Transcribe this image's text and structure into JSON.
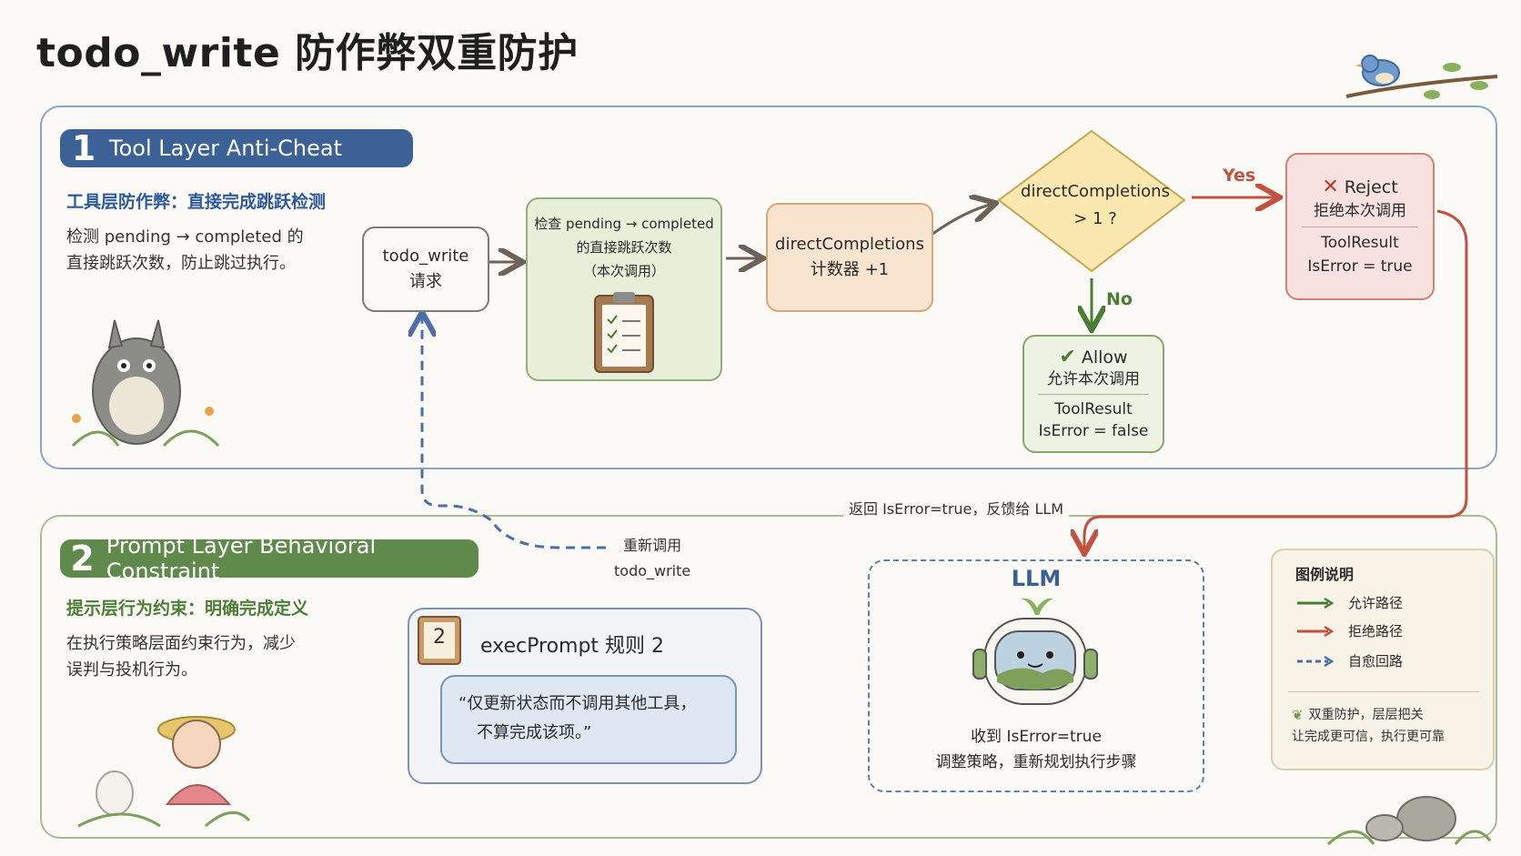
{
  "title": "todo_write 防作弊双重防护",
  "section1": {
    "num": "1",
    "label": "Tool Layer Anti-Cheat",
    "subtitle": "工具层防作弊：直接完成跳跃检测",
    "desc_line1": "检测 pending → completed 的",
    "desc_line2": "直接跳跃次数，防止跳过执行。"
  },
  "section2": {
    "num": "2",
    "label": "Prompt Layer Behavioral Constraint",
    "subtitle": "提示层行为约束：明确完成定义",
    "desc_line1": "在执行策略层面约束行为，减少",
    "desc_line2": "误判与投机行为。"
  },
  "flow": {
    "request_line1": "todo_write",
    "request_line2": "请求",
    "check_line1": "检查 pending → completed",
    "check_line2": "的直接跳跃次数",
    "check_line3": "（本次调用）",
    "counter_line1": "directCompletions",
    "counter_line2": "计数器 +1",
    "decision_line1": "directCompletions",
    "decision_line2": "> 1 ?",
    "yes": "Yes",
    "no": "No",
    "allow_title": "Allow",
    "allow_sub": "允许本次调用",
    "allow_result1": "ToolResult",
    "allow_result2": "IsError = false",
    "reject_title": "Reject",
    "reject_sub": "拒绝本次调用",
    "reject_result1": "ToolResult",
    "reject_result2": "IsError = true",
    "feedback": "返回 IsError=true，反馈给 LLM",
    "retry_line1": "重新调用",
    "retry_line2": "todo_write"
  },
  "prompt": {
    "book_num": "2",
    "title": "execPrompt 规则 2",
    "quote_line1": "“仅更新状态而不调用其他工具，",
    "quote_line2": "不算完成该项。”"
  },
  "llm": {
    "title": "LLM",
    "line1": "收到 IsError=true",
    "line2": "调整策略，重新规划执行步骤"
  },
  "legend": {
    "title": "图例说明",
    "allow": "允许路径",
    "reject": "拒绝路径",
    "retry": "自愈回路",
    "note_line1": "双重防护，层层把关",
    "note_line2": "让完成更可信，执行更可靠"
  },
  "colors": {
    "blue": "#3c6196",
    "green": "#5f8a4b",
    "red": "#c0523f",
    "dashed_blue": "#5d7fae"
  }
}
